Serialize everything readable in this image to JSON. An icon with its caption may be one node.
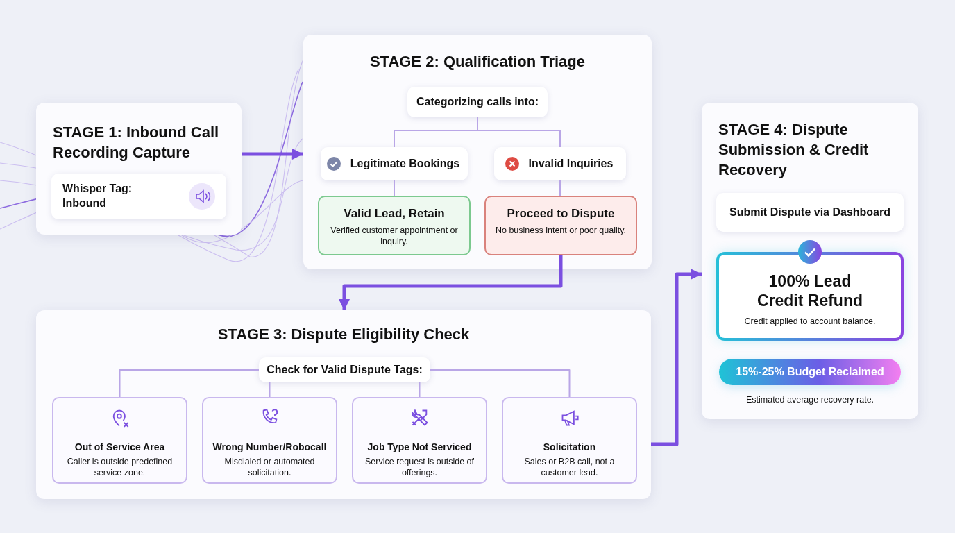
{
  "diagram": {
    "nodes": [
      {
        "text": [
          "STAGE 1: Inbound Call Recording Capture"
        ]
      },
      {
        "text": [
          "Whisper Tag: Inbound"
        ],
        "in": 0
      },
      {
        "text": [
          "STAGE 2: Qualification Triage"
        ]
      },
      {
        "text": [
          "Categorizing calls into:"
        ],
        "in": 2
      },
      {
        "text": [
          "Legitimate Bookings"
        ],
        "in": 2
      },
      {
        "text": [
          "Invalid Inquiries"
        ],
        "in": 2
      },
      {
        "text": [
          "Valid Lead, Retain",
          "Verified customer appointment or inquiry."
        ],
        "in": 2
      },
      {
        "text": [
          "Proceed to Dispute",
          "No business intent or poor quality."
        ],
        "in": 2
      },
      {
        "text": [
          "STAGE 3: Dispute Eligibility Check"
        ]
      },
      {
        "text": [
          "Check for Valid Dispute Tags:"
        ],
        "in": 8
      },
      {
        "text": [
          "Out of Service Area",
          "Caller is outside predefined service zone."
        ],
        "in": 8
      },
      {
        "text": [
          "Wrong Number/Robocall",
          "Misdialed or automated solicitation."
        ],
        "in": 8
      },
      {
        "text": [
          "Job Type Not Serviced",
          "Service request is outside of offerings."
        ],
        "in": 8
      },
      {
        "text": [
          "Solicitation",
          "Sales or B2B call, not a customer lead."
        ],
        "in": 8
      },
      {
        "text": [
          "STAGE 4: Dispute Submission & Credit Recovery"
        ]
      },
      {
        "text": [
          "Submit Dispute via Dashboard"
        ],
        "in": 14
      },
      {
        "text": [
          "100% Lead Credit Refund",
          "Credit applied to account balance."
        ],
        "in": 14
      },
      {
        "text": [
          "15%-25% Budget Reclaimed"
        ],
        "in": 14,
        "beside": [
          "Estimated average recovery rate."
        ]
      }
    ],
    "edges": [
      {
        "from": 0,
        "to": 2,
        "arrow": "to",
        "style": "thick",
        "color": "#7b4fe0"
      },
      {
        "from": 3,
        "to": 4,
        "arrow": "none"
      },
      {
        "from": 3,
        "to": 5,
        "arrow": "none"
      },
      {
        "from": 4,
        "to": 6,
        "arrow": "none"
      },
      {
        "from": 5,
        "to": 7,
        "arrow": "none"
      },
      {
        "from": 7,
        "to": 8,
        "arrow": "to",
        "style": "thick",
        "color": "#7b4fe0"
      },
      {
        "from": 9,
        "to": 10,
        "arrow": "none"
      },
      {
        "from": 9,
        "to": 11,
        "arrow": "none"
      },
      {
        "from": 9,
        "to": 12,
        "arrow": "none"
      },
      {
        "from": 9,
        "to": 13,
        "arrow": "none"
      },
      {
        "from": 8,
        "to": 14,
        "arrow": "to",
        "style": "thick",
        "color": "#7b4fe0"
      }
    ]
  }
}
